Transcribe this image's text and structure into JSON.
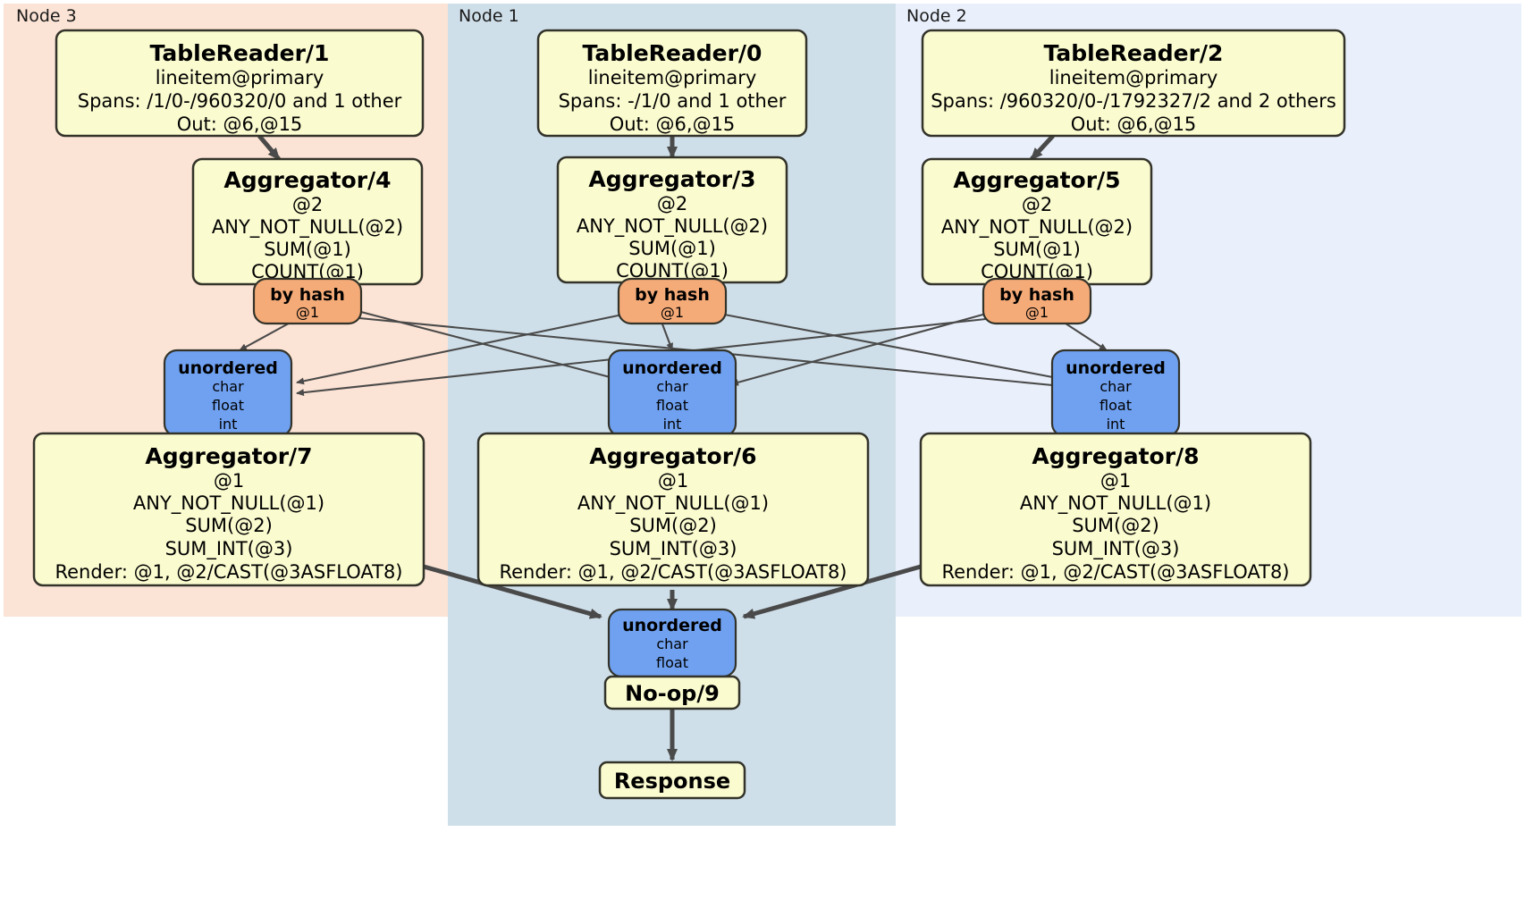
{
  "diagram": {
    "type": "distributed-query-plan",
    "colors": {
      "node3_panel": "#fbe3d5",
      "node1_panel": "#cfdfe9",
      "node2_panel": "#eaf0fb",
      "processor_fill": "#fbfbd0",
      "processor_stroke": "#33332a",
      "hash_router_fill": "#f5ab78",
      "unordered_router_fill": "#6fa1f0",
      "edge_thin": "#4a4a4a",
      "edge_thick": "#4a4a4a"
    },
    "panels": [
      {
        "id": "node3",
        "label": "Node 3"
      },
      {
        "id": "node1",
        "label": "Node 1"
      },
      {
        "id": "node2",
        "label": "Node 2"
      }
    ],
    "processors": {
      "table_reader_1": {
        "title": "TableReader/1",
        "lines": [
          "lineitem@primary",
          "Spans: /1/0-/960320/0 and 1 other",
          "Out: @6,@15"
        ]
      },
      "table_reader_0": {
        "title": "TableReader/0",
        "lines": [
          "lineitem@primary",
          "Spans: -/1/0 and 1 other",
          "Out: @6,@15"
        ]
      },
      "table_reader_2": {
        "title": "TableReader/2",
        "lines": [
          "lineitem@primary",
          "Spans: /960320/0-/1792327/2 and 2 others",
          "Out: @6,@15"
        ]
      },
      "aggregator_4": {
        "title": "Aggregator/4",
        "lines": [
          "@2",
          "ANY_NOT_NULL(@2)",
          "SUM(@1)",
          "COUNT(@1)"
        ]
      },
      "aggregator_3": {
        "title": "Aggregator/3",
        "lines": [
          "@2",
          "ANY_NOT_NULL(@2)",
          "SUM(@1)",
          "COUNT(@1)"
        ]
      },
      "aggregator_5": {
        "title": "Aggregator/5",
        "lines": [
          "@2",
          "ANY_NOT_NULL(@2)",
          "SUM(@1)",
          "COUNT(@1)"
        ]
      },
      "aggregator_7": {
        "title": "Aggregator/7",
        "lines": [
          "@1",
          "ANY_NOT_NULL(@1)",
          "SUM(@2)",
          "SUM_INT(@3)",
          "Render: @1, @2/CAST(@3ASFLOAT8)"
        ]
      },
      "aggregator_6": {
        "title": "Aggregator/6",
        "lines": [
          "@1",
          "ANY_NOT_NULL(@1)",
          "SUM(@2)",
          "SUM_INT(@3)",
          "Render: @1, @2/CAST(@3ASFLOAT8)"
        ]
      },
      "aggregator_8": {
        "title": "Aggregator/8",
        "lines": [
          "@1",
          "ANY_NOT_NULL(@1)",
          "SUM(@2)",
          "SUM_INT(@3)",
          "Render: @1, @2/CAST(@3ASFLOAT8)"
        ]
      },
      "noop_9": {
        "title": "No-op/9",
        "lines": []
      },
      "response": {
        "title": "Response",
        "lines": []
      }
    },
    "routers": {
      "by_hash_left": {
        "title": "by hash",
        "lines": [
          "@1"
        ]
      },
      "by_hash_mid": {
        "title": "by hash",
        "lines": [
          "@1"
        ]
      },
      "by_hash_right": {
        "title": "by hash",
        "lines": [
          "@1"
        ]
      },
      "unordered_left": {
        "title": "unordered",
        "lines": [
          "char",
          "float",
          "int"
        ]
      },
      "unordered_mid": {
        "title": "unordered",
        "lines": [
          "char",
          "float",
          "int"
        ]
      },
      "unordered_right": {
        "title": "unordered",
        "lines": [
          "char",
          "float",
          "int"
        ]
      },
      "unordered_final": {
        "title": "unordered",
        "lines": [
          "char",
          "float"
        ]
      }
    }
  }
}
